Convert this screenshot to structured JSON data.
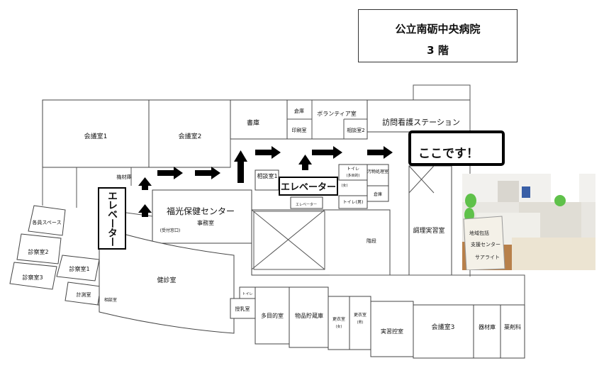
{
  "title": {
    "hospital": "公立南砺中央病院",
    "floor": "3 階"
  },
  "you_are_here": "ここです！",
  "elevator_left": "エレベーター",
  "elevator_mid": "エレベーター",
  "rooms": {
    "kaigi1": "会議室1",
    "kaigi2": "会議室2",
    "shoko": "書庫",
    "soko": "倉庫",
    "volunteer": "ボランティア室",
    "insatsu": "印刷室",
    "aidan2": "相談室2",
    "houmon": "訪問看護ステーション",
    "kizai": "機材庫",
    "aidan1": "相談室1",
    "toilet1": "トイレ",
    "toilet1_sub": "(多目的)",
    "toilet_women": "(女)",
    "toilet_men": "トイレ(男)",
    "osen": "汚物処理室",
    "soko2": "倉庫",
    "elev_small": "エレベーター",
    "fukko": "福光保健センター",
    "jimu": "事務室",
    "uketsuke": "(受付窓口)",
    "kaidan": "階段",
    "chori": "調理実習室",
    "ingu": "各員スペース",
    "shinsatsu2": "診察室2",
    "shinsatsu3": "診察室3",
    "shinsatsu1": "診察室1",
    "keisoku": "計測室",
    "aidan": "相談室",
    "kenshin": "健診室",
    "toilet2": "トイレ",
    "junyu": "授乳室",
    "tamokuteki": "多目的室",
    "buppin": "物品貯蔵庫",
    "koui_f": "更衣室",
    "koui_f_sub": "(女)",
    "koui_m": "更衣室",
    "koui_m_sub": "(男)",
    "jisshu": "実習控室",
    "kaigi3": "会議室3",
    "kizai2": "器材庫",
    "yakuzai": "薬剤科"
  },
  "photo_sign": {
    "line1": "地域包括",
    "line2": "支援センター",
    "line3": "サアライト"
  },
  "colors": {
    "photo_floor": "#b8804a",
    "chair_green": "#5fc14a",
    "sign_bg": "#f4f1e8"
  }
}
